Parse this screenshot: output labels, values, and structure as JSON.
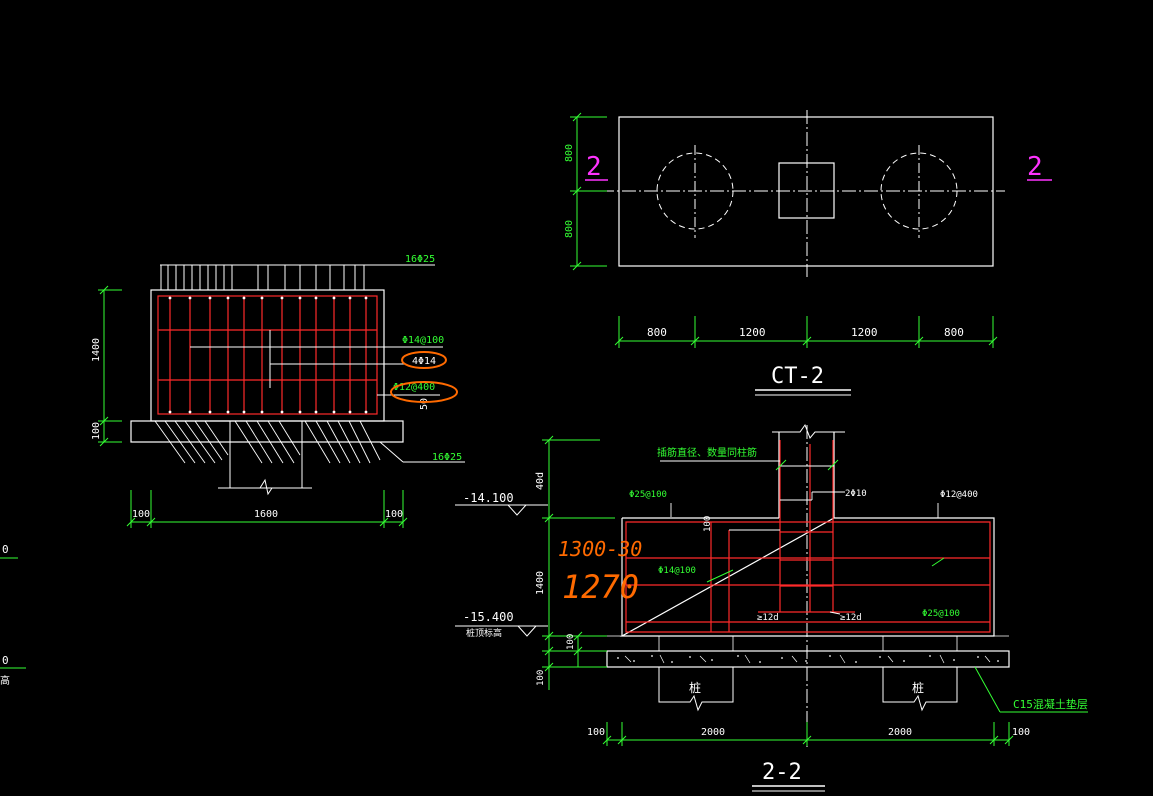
{
  "colors": {
    "background": "#000000",
    "outline": "#ffffff",
    "rebar": "#ff2a2a",
    "dimension": "#33ff33",
    "section_mark": "#ff33ff",
    "markup": "#ff6a00"
  },
  "plan": {
    "title": "CT-2",
    "section_mark_left": "2",
    "section_mark_right": "2",
    "dim_top": "800",
    "dim_bottom": "800",
    "dims_horizontal": [
      "800",
      "1200",
      "1200",
      "800"
    ]
  },
  "side_section": {
    "top_bar_label": "16Φ25",
    "bottom_bar_label": "16Φ25",
    "stirrup_label": "Φ14@100",
    "middle_bar_label": "4Φ14",
    "tie_label": "Φ12@400",
    "small_dim": "50",
    "height_dim": "1400",
    "base_dim": "100",
    "dims_horizontal": [
      "100",
      "1600",
      "100"
    ]
  },
  "section_2_2": {
    "title": "2-2",
    "note": "插筋直径、数量同柱筋",
    "top_bar_label": "Φ25@100",
    "top_right_label": "Φ12@400",
    "column_tie_label": "2Φ10",
    "side_bar_label": "Φ14@100",
    "bottom_bar_label": "Φ25@100",
    "anchor_left": "≥12d",
    "anchor_right": "≥12d",
    "elevation_top": "-14.100",
    "elevation_bottom": "-15.400",
    "elevation_bottom_note": "桩顶标高",
    "dim_40d": "40d",
    "dim_100_top": "100",
    "dim_1400": "1400",
    "dim_100_mid": "100",
    "dim_100_base": "100",
    "pile_left": "桩",
    "pile_right": "桩",
    "cushion_note": "C15混凝土垫层",
    "dims_horizontal": [
      "100",
      "2000",
      "2000",
      "100"
    ]
  },
  "markup": {
    "line1": "1300-30",
    "line2": "1270"
  },
  "edge_labels": [
    "0",
    "0",
    "高"
  ]
}
